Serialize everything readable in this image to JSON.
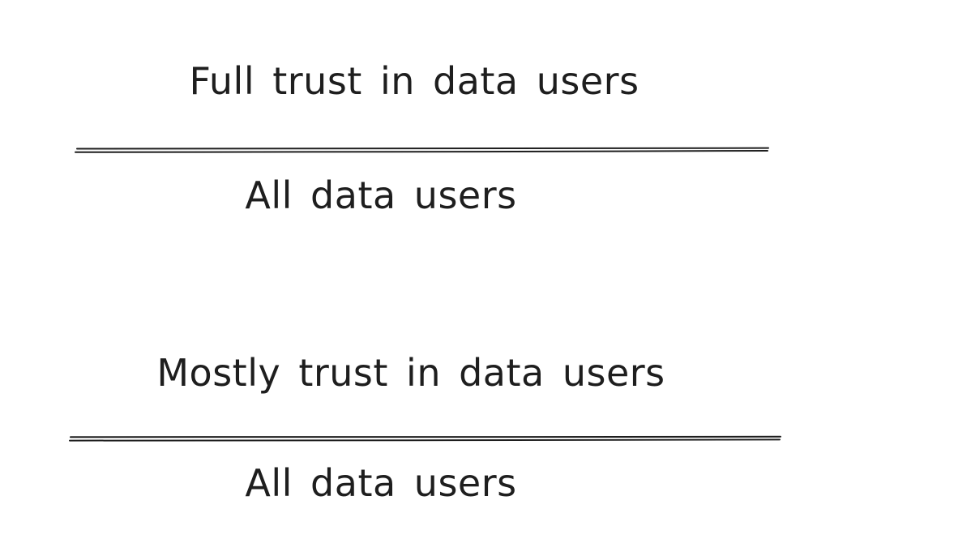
{
  "page": {
    "background": "#ffffff",
    "ink_color": "#1e1e1e"
  },
  "fractions": [
    {
      "numerator": "Full trust in data users",
      "denominator": "All data users"
    },
    {
      "numerator": "Mostly trust in data users",
      "denominator": "All data users"
    }
  ]
}
